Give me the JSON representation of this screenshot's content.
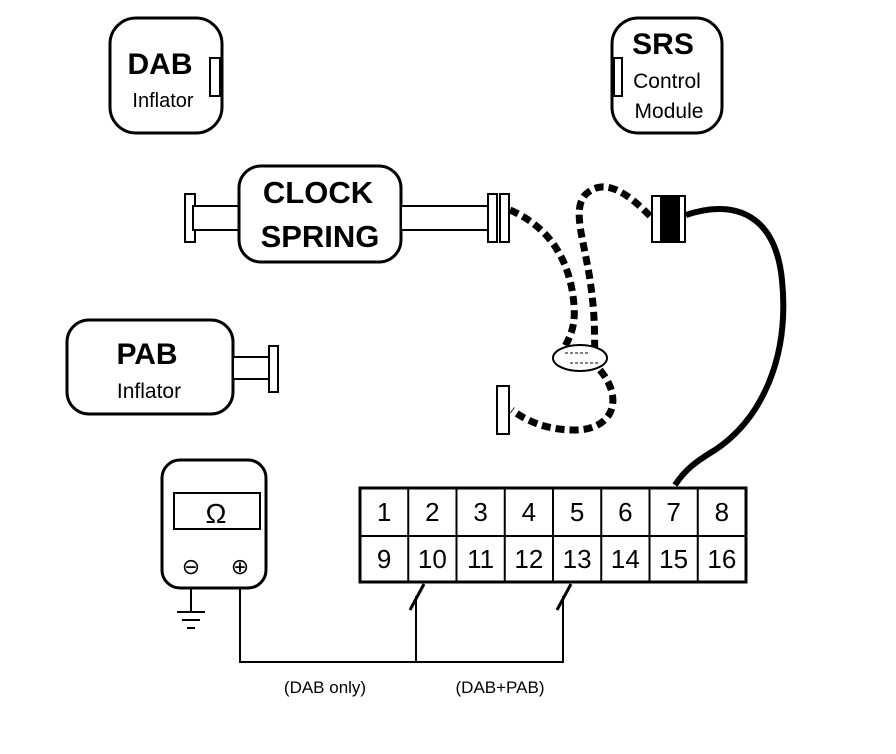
{
  "components": {
    "dab_inflator": {
      "title": "DAB",
      "subtitle": "Inflator"
    },
    "srs_module": {
      "title": "SRS",
      "line2": "Control",
      "line3": "Module"
    },
    "clock_spring": {
      "line1": "CLOCK",
      "line2": "SPRING"
    },
    "pab_inflator": {
      "title": "PAB",
      "subtitle": "Inflator"
    },
    "ohmmeter": {
      "symbol": "Ω",
      "neg": "⊖",
      "pos": "⊕"
    }
  },
  "connector": {
    "row1": [
      "1",
      "2",
      "3",
      "4",
      "5",
      "6",
      "7",
      "8"
    ],
    "row2": [
      "9",
      "10",
      "11",
      "12",
      "13",
      "14",
      "15",
      "16"
    ]
  },
  "labels": {
    "dab_only": "(DAB only)",
    "dab_pab": "(DAB+PAB)"
  },
  "icons": [
    "ground-icon",
    "omega-icon",
    "minus-terminal-icon",
    "plus-terminal-icon"
  ]
}
